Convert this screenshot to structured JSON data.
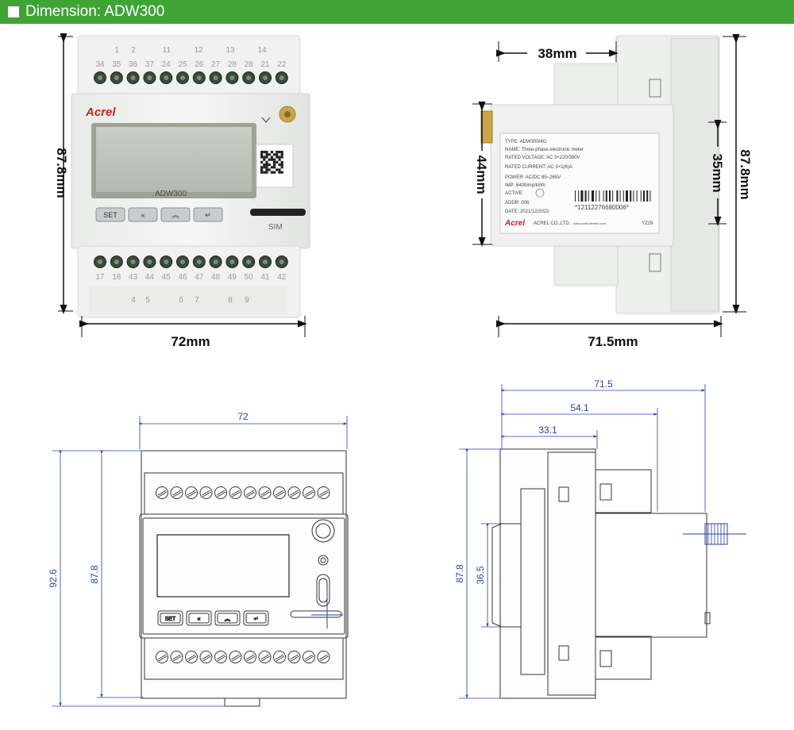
{
  "header": {
    "title": "Dimension: ADW300"
  },
  "photo_front": {
    "top_numbers_outer": [
      "1",
      "2",
      "11",
      "12",
      "13",
      "14"
    ],
    "top_terminals": [
      "34",
      "35",
      "36",
      "37",
      "24",
      "25",
      "26",
      "27",
      "28",
      "28",
      "21",
      "22"
    ],
    "bottom_terminals": [
      "17",
      "18",
      "43",
      "44",
      "45",
      "46",
      "47",
      "48",
      "49",
      "50",
      "41",
      "42"
    ],
    "bottom_numbers_outer": [
      "4",
      "5",
      "6",
      "7",
      "8",
      "9"
    ],
    "brand": "Acrel",
    "lcd_model": "ADW300",
    "buttons": [
      "SET",
      "«",
      "︽",
      "↵"
    ],
    "sim_label": "SIM",
    "dim_height": "87.8mm",
    "dim_width": "72mm"
  },
  "photo_side": {
    "dim_depth_top": "38mm",
    "dim_height_left": "44mm",
    "dim_rail": "35mm",
    "dim_height_right": "87.8mm",
    "dim_width": "71.5mm",
    "label": {
      "type": "TYPE: ADW300/4G",
      "name": "NAME: Three-phase electronic meter",
      "voltage": "RATED VOLTAGE: AC 3×220/380V",
      "current": "RATED CURRENT: AC 3×1(6)A",
      "power": "POWER: AC/DC 85~265V",
      "imp": "IMP: 6400imp/kWh",
      "active": "ACTIVE:",
      "addr": "ADDR: 006",
      "date": "DATE: 2021/12/2021",
      "serial": "*12112276680006*",
      "brand": "Acrel",
      "company": "ACREL CO.,LTD.",
      "web": "www.acrel-electric.com",
      "code": "YZ29"
    }
  },
  "cad_front": {
    "width": "72",
    "height_total": "92.6",
    "height_body": "87.8",
    "buttons": [
      "SET",
      "«",
      "︽",
      "↵"
    ]
  },
  "cad_side": {
    "width_total": "71.5",
    "width_mid": "54.1",
    "width_front": "33.1",
    "height": "87.8",
    "height_inner": "36.5"
  },
  "colors": {
    "header_green": "#3fa336",
    "cad_blue": "#2b3fb0",
    "brand_red": "#c0262d",
    "terminal_green": "#3a4a3c"
  }
}
